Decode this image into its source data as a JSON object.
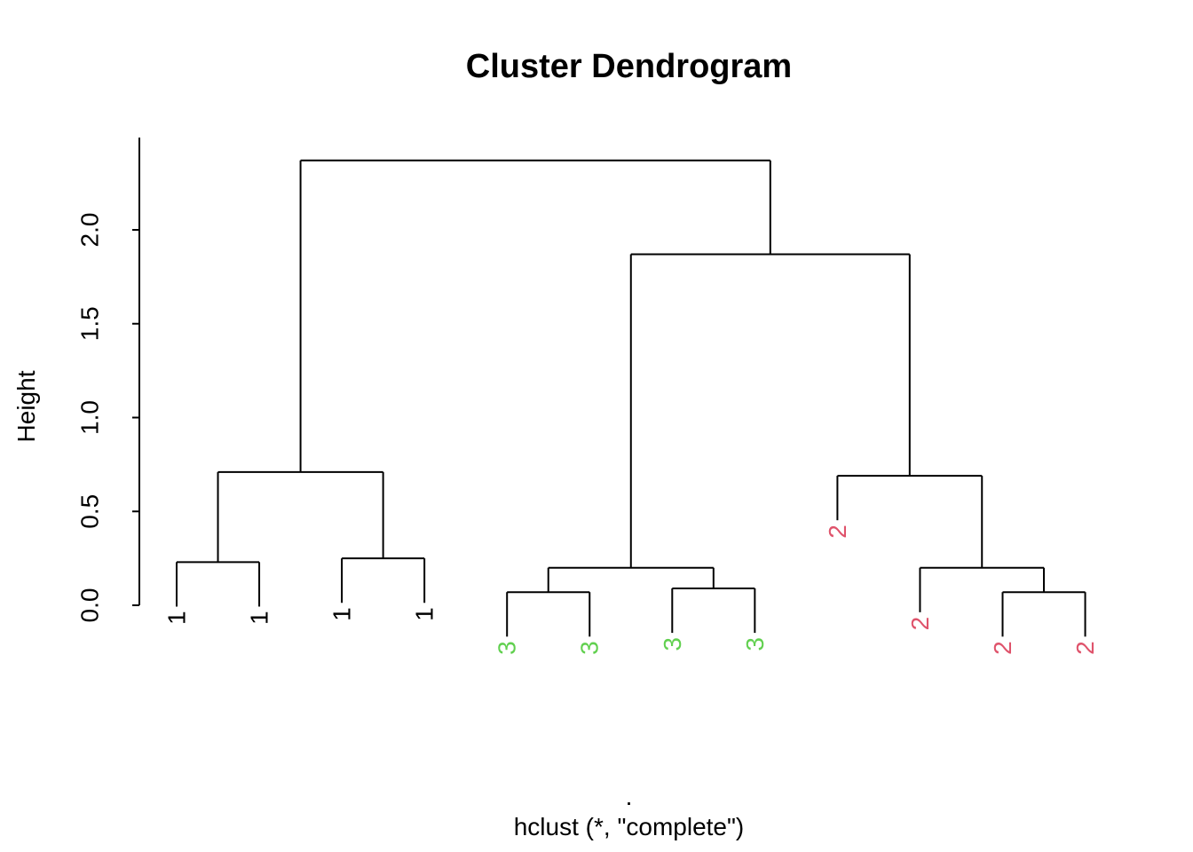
{
  "title": "Cluster Dendrogram",
  "y_axis": {
    "label": "Height",
    "tick_labels": [
      "0.0",
      "0.5",
      "1.0",
      "1.5",
      "2.0"
    ],
    "tick_values": [
      0,
      0.5,
      1,
      1.5,
      2
    ]
  },
  "x_axis": {
    "label": ".",
    "subtitle": "hclust (*, \"complete\")"
  },
  "colors": {
    "line": "#000000",
    "cluster_1": "#000000",
    "cluster_2": "#DF536B",
    "cluster_3": "#61D04F"
  },
  "chart_data": {
    "type": "dendrogram",
    "title": "Cluster Dendrogram",
    "ylabel": "Height",
    "xlabel": ".",
    "subtitle": "hclust (*, \"complete\")",
    "linkage_method": "complete",
    "hang": 0.1,
    "ylim": [
      0,
      2.5
    ],
    "yticks": [
      0,
      0.5,
      1,
      1.5,
      2
    ],
    "grid": false,
    "leaf_labels_in_order": [
      "1",
      "1",
      "1",
      "1",
      "3",
      "3",
      "3",
      "3",
      "2",
      "2",
      "2",
      "2"
    ],
    "leaf_clusters_in_order": [
      1,
      1,
      1,
      1,
      3,
      3,
      3,
      3,
      2,
      2,
      2,
      2
    ],
    "merge_heights": [
      0.23,
      0.25,
      0.71,
      0.07,
      0.09,
      0.2,
      0.07,
      0.2,
      0.69,
      1.87,
      2.37
    ],
    "root_height": 2.37,
    "tree": {
      "h": 2.37,
      "children": [
        {
          "h": 0.71,
          "children": [
            {
              "h": 0.23,
              "children": [
                {
                  "leaf": "1",
                  "cluster": 1
                },
                {
                  "leaf": "1",
                  "cluster": 1
                }
              ]
            },
            {
              "h": 0.25,
              "children": [
                {
                  "leaf": "1",
                  "cluster": 1
                },
                {
                  "leaf": "1",
                  "cluster": 1
                }
              ]
            }
          ]
        },
        {
          "h": 1.87,
          "children": [
            {
              "h": 0.2,
              "children": [
                {
                  "h": 0.07,
                  "children": [
                    {
                      "leaf": "3",
                      "cluster": 3
                    },
                    {
                      "leaf": "3",
                      "cluster": 3
                    }
                  ]
                },
                {
                  "h": 0.09,
                  "children": [
                    {
                      "leaf": "3",
                      "cluster": 3
                    },
                    {
                      "leaf": "3",
                      "cluster": 3
                    }
                  ]
                }
              ]
            },
            {
              "h": 0.69,
              "children": [
                {
                  "leaf": "2",
                  "cluster": 2
                },
                {
                  "h": 0.2,
                  "children": [
                    {
                      "leaf": "2",
                      "cluster": 2
                    },
                    {
                      "h": 0.07,
                      "children": [
                        {
                          "leaf": "2",
                          "cluster": 2
                        },
                        {
                          "leaf": "2",
                          "cluster": 2
                        }
                      ]
                    }
                  ]
                }
              ]
            }
          ]
        }
      ]
    }
  }
}
